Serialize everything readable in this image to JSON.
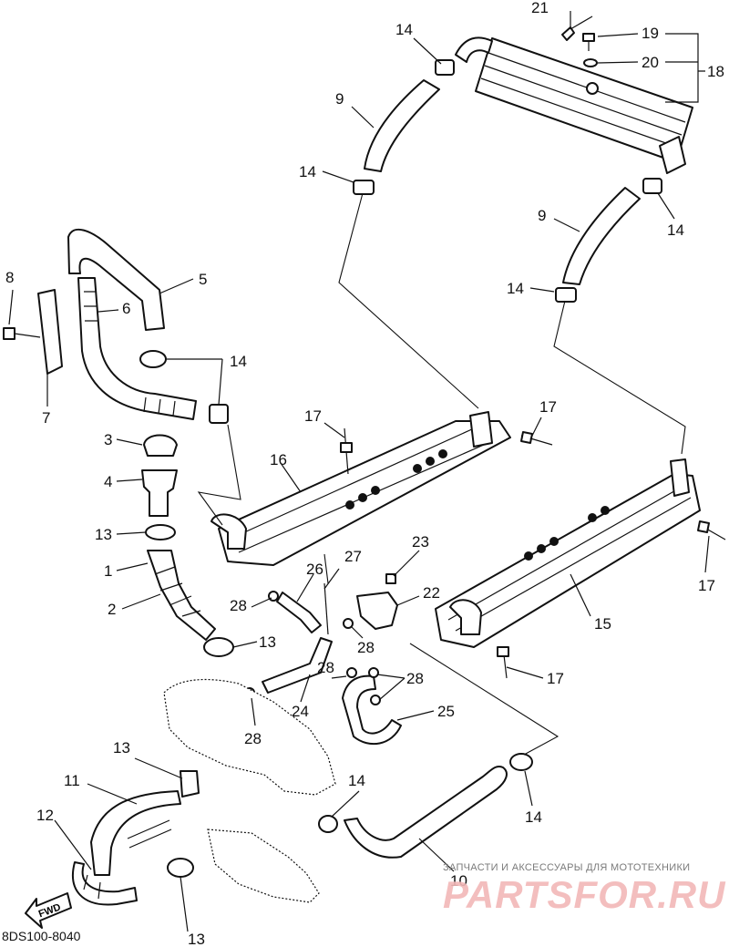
{
  "diagram_code": "8DS100-8040",
  "fwd_label": "FWD",
  "watermark": {
    "subtitle": "ЗАПЧАСТИ И АКСЕССУАРЫ ДЛЯ МОТОТЕХНИКИ",
    "logo": "PARTSFOR.RU"
  },
  "callouts": {
    "c1": "1",
    "c2": "2",
    "c3": "3",
    "c4": "4",
    "c5": "5",
    "c6": "6",
    "c7": "7",
    "c8": "8",
    "c9a": "9",
    "c9b": "9",
    "c10": "10",
    "c11": "11",
    "c12": "12",
    "c13a": "13",
    "c13b": "13",
    "c13c": "13",
    "c13d": "13",
    "c14a": "14",
    "c14b": "14",
    "c14c": "14",
    "c14d": "14",
    "c14e": "14",
    "c14f": "14",
    "c14g": "14",
    "c15": "15",
    "c16": "16",
    "c17a": "17",
    "c17b": "17",
    "c17c": "17",
    "c17d": "17",
    "c18": "18",
    "c19": "19",
    "c20": "20",
    "c21": "21",
    "c22": "22",
    "c23": "23",
    "c24": "24",
    "c25": "25",
    "c26": "26",
    "c27": "27",
    "c28a": "28",
    "c28b": "28",
    "c28c": "28",
    "c28d": "28",
    "c28e": "28"
  }
}
